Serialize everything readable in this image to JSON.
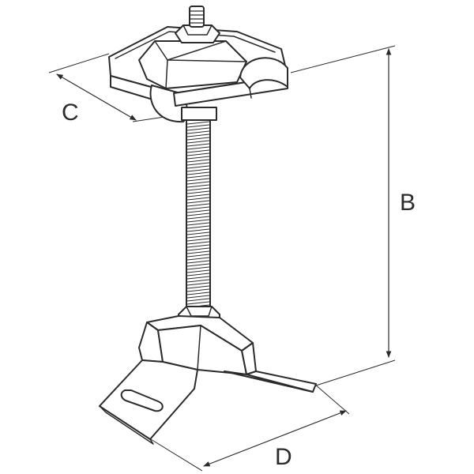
{
  "dimensions": {
    "B": "B",
    "C": "C",
    "D": "D"
  },
  "colors": {
    "line": "#2b2b2b",
    "background": "#ffffff"
  }
}
